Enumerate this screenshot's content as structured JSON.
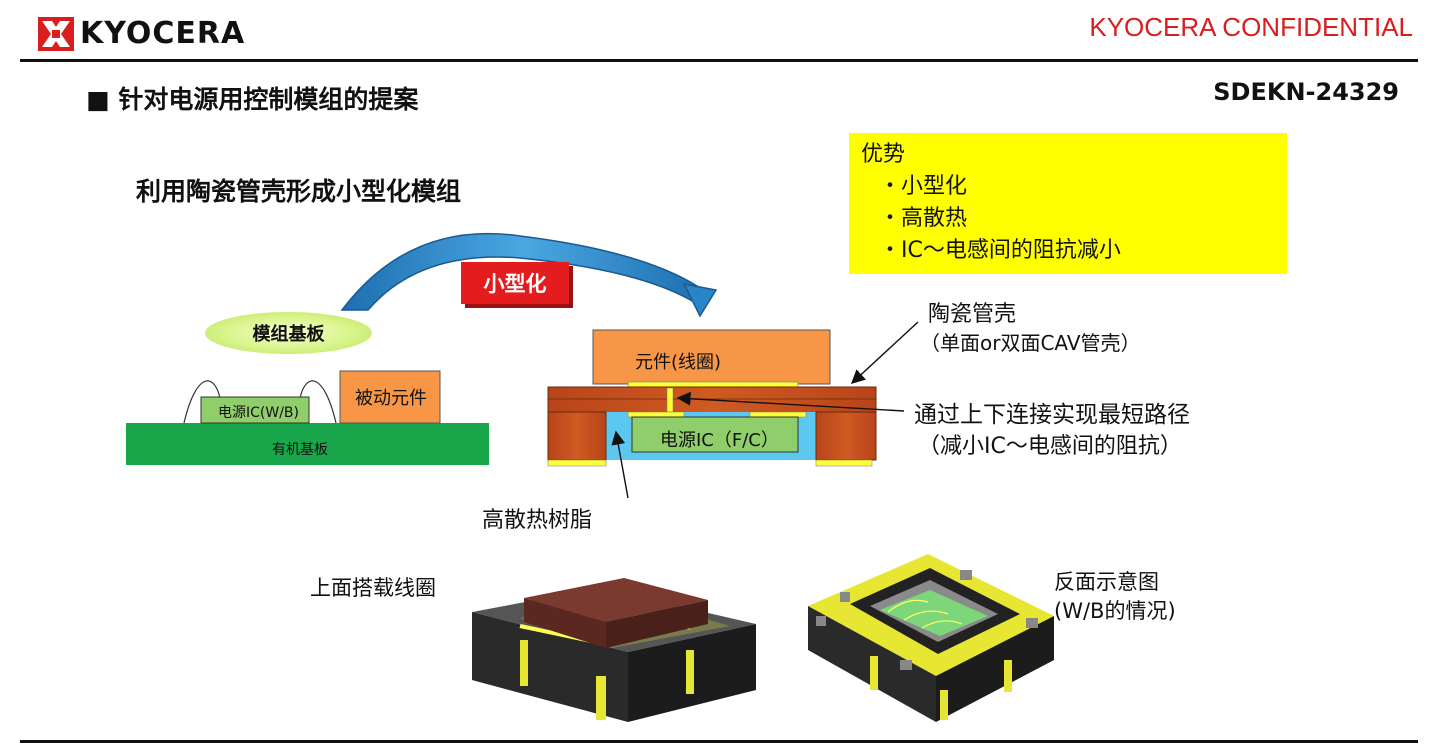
{
  "header": {
    "logo_text": "KYOCERA",
    "confidential": "KYOCERA CONFIDENTIAL",
    "document_number": "SDEKN-24329"
  },
  "slide": {
    "bullet": "■",
    "title": "针对电源用控制模组的提案",
    "subtitle": "利用陶瓷管壳形成小型化模组"
  },
  "advantages": {
    "heading": "优势",
    "items": [
      "・小型化",
      "・高散热",
      "・IC～电感间的阻抗减小"
    ]
  },
  "diagram": {
    "miniaturize_tag": "小型化",
    "module_substrate": "模组基板",
    "power_ic_wb": "电源IC(W/B)",
    "passive_component": "被动元件",
    "organic_substrate": "有机基板",
    "component_coil": "元件(线圈)",
    "power_ic_fc": "电源IC（F/C）",
    "ceramic_package": "陶瓷管壳",
    "ceramic_package_note": "（单面or双面CAV管壳）",
    "shortest_path": "通过上下连接实现最短路径",
    "shortest_path_note": "（减小IC～电感间的阻抗）",
    "thermal_resin": "高散热树脂"
  },
  "photos": {
    "top_mount_label": "上面搭载线圈",
    "back_view_label": "反面示意图",
    "back_view_note": "(W/B的情况)"
  }
}
